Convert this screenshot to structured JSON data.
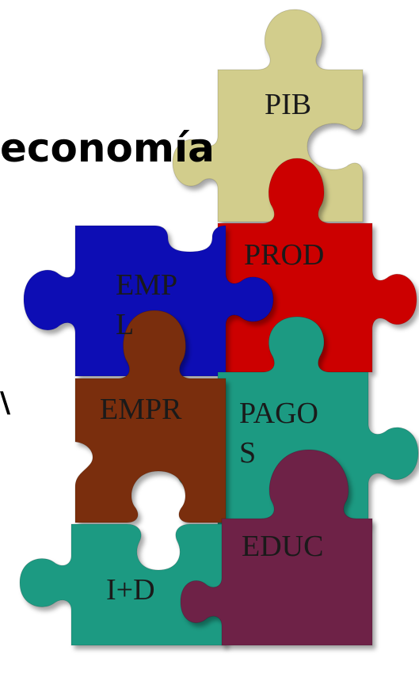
{
  "title": "economía",
  "edge_fragment": "\\",
  "pieces": {
    "pib": {
      "label": "PIB",
      "color": "#d2cd8c"
    },
    "prod": {
      "label": "PROD",
      "color": "#cc0000"
    },
    "emp": {
      "label_1": "EMP",
      "label_2": "L",
      "color": "#0a0ab4"
    },
    "empr": {
      "label": "EMPR",
      "color": "#7a2d08"
    },
    "pagos": {
      "label_1": "PAGO",
      "label_2": "S",
      "color": "#1e9a82"
    },
    "educ": {
      "label": "EDUC",
      "color": "#6e2147"
    },
    "id": {
      "label": "I+D",
      "color": "#1e9a82"
    }
  }
}
